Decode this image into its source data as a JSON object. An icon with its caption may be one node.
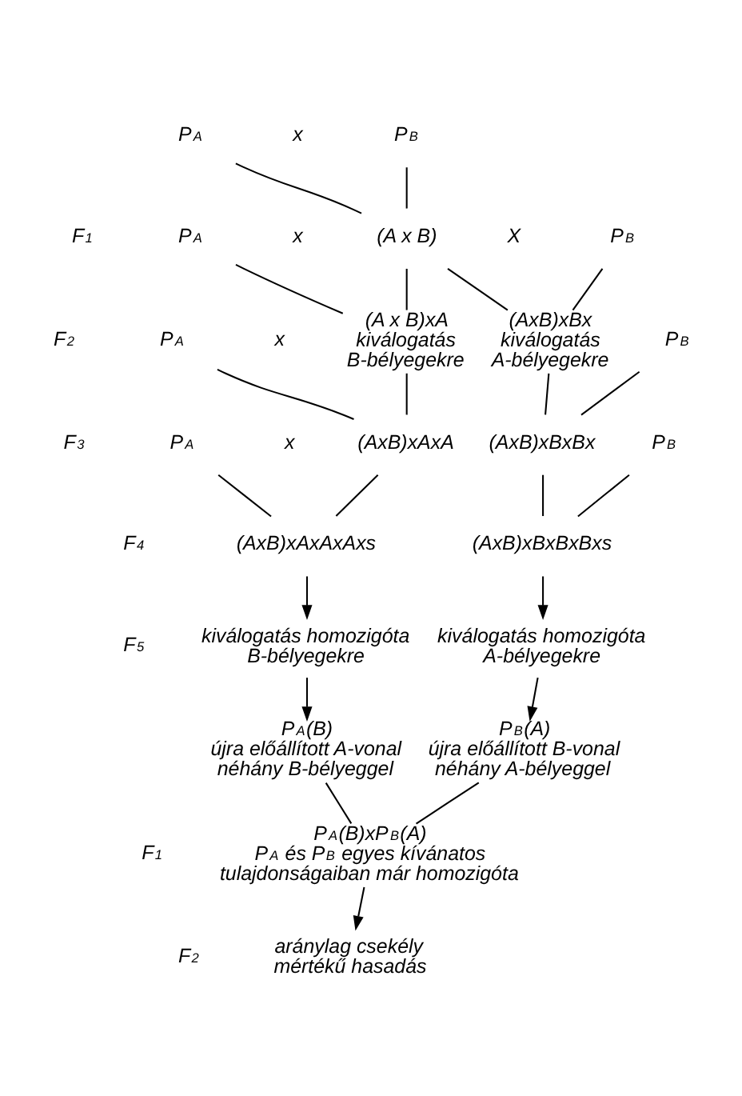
{
  "diagram": {
    "nodes": [
      {
        "text": [
          "P$_{A}$"
        ]
      },
      {
        "text": [
          "P$_{B}$"
        ]
      },
      {
        "text": [
          "(A x B)"
        ]
      },
      {
        "text": [
          "P$_{A}$"
        ]
      },
      {
        "text": [
          "P$_{B}$"
        ]
      },
      {
        "text": [
          "(A x B)xA",
          "kiválogatás B-bélyegekre"
        ]
      },
      {
        "text": [
          "(AxB)xBx",
          "kiválogatás A-bélyegekre"
        ]
      },
      {
        "text": [
          "P$_{A}$"
        ]
      },
      {
        "text": [
          "P$_{B}$"
        ]
      },
      {
        "text": [
          "(AxB)xAxA"
        ]
      },
      {
        "text": [
          "(AxB)xBxBx"
        ]
      },
      {
        "text": [
          "P$_{A}$"
        ]
      },
      {
        "text": [
          "P$_{B}$"
        ]
      },
      {
        "text": [
          "(AxB)xAxAxAxs"
        ]
      },
      {
        "text": [
          "(AxB)xBxBxBxs"
        ]
      },
      {
        "text": [
          "kiválogatás homozigóta B-bélyegekre"
        ]
      },
      {
        "text": [
          "kiválogatás homozigóta A-bélyegekre"
        ]
      },
      {
        "text": [
          "P$_{A}$(B)",
          "újra előállított A-vonal néhány B-bélyeggel"
        ]
      },
      {
        "text": [
          "P$_{B}$(A)",
          "újra előállított B-vonal néhány A-bélyeggel"
        ]
      },
      {
        "text": [
          "P$_{A}$(B)xP$_{B}$(A)",
          "P$_{A}$ és P$_{B}$ egyes kívánatos tulajdonságaiban már homozigóta"
        ]
      },
      {
        "text": [
          "aránylag csekély mértékű hasadás"
        ]
      }
    ],
    "edges": [
      {
        "from": 0,
        "to": 2,
        "arrow": "none"
      },
      {
        "from": 1,
        "to": 2,
        "arrow": "none"
      },
      {
        "from": 3,
        "to": 5,
        "arrow": "none"
      },
      {
        "from": 2,
        "to": 5,
        "arrow": "none"
      },
      {
        "from": 2,
        "to": 6,
        "arrow": "none"
      },
      {
        "from": 4,
        "to": 6,
        "arrow": "none"
      },
      {
        "from": 7,
        "to": 9,
        "arrow": "none"
      },
      {
        "from": 5,
        "to": 9,
        "arrow": "none"
      },
      {
        "from": 6,
        "to": 10,
        "arrow": "none"
      },
      {
        "from": 8,
        "to": 10,
        "arrow": "none"
      },
      {
        "from": 11,
        "to": 13,
        "arrow": "none"
      },
      {
        "from": 9,
        "to": 13,
        "arrow": "none"
      },
      {
        "from": 10,
        "to": 14,
        "arrow": "none"
      },
      {
        "from": 12,
        "to": 14,
        "arrow": "none"
      },
      {
        "from": 13,
        "to": 15,
        "arrow": "to"
      },
      {
        "from": 14,
        "to": 16,
        "arrow": "to"
      },
      {
        "from": 15,
        "to": 17,
        "arrow": "to"
      },
      {
        "from": 16,
        "to": 18,
        "arrow": "to"
      },
      {
        "from": 17,
        "to": 19,
        "arrow": "none"
      },
      {
        "from": 18,
        "to": 19,
        "arrow": "none"
      },
      {
        "from": 19,
        "to": 20,
        "arrow": "to"
      }
    ],
    "labels": [
      "x",
      "F$_{1}$",
      "x",
      "X",
      "F$_{2}$",
      "x",
      "F$_{3}$",
      "x",
      "F$_{4}$",
      "F$_{5}$",
      "F$_{1}$",
      "F$_{2}$"
    ]
  }
}
